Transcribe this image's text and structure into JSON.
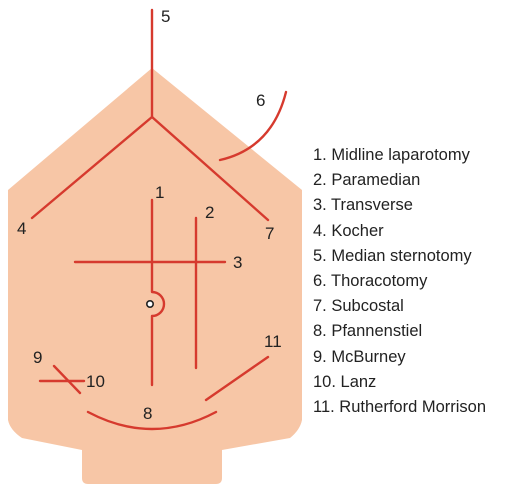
{
  "colors": {
    "skin": "#f7c6a6",
    "incision": "#d63a2e",
    "umbilicus_fill": "#ffffff",
    "text": "#222222"
  },
  "incision_numbers": [
    "1",
    "2",
    "3",
    "4",
    "5",
    "6",
    "7",
    "8",
    "9",
    "10",
    "11"
  ],
  "legend": [
    "1. Midline laparotomy",
    "2. Paramedian",
    "3. Transverse",
    "4. Kocher",
    "5. Median sternotomy",
    "6. Thoracotomy",
    "7. Subcostal",
    "8. Pfannenstiel",
    "9. McBurney",
    "10. Lanz",
    "11. Rutherford Morrison"
  ]
}
